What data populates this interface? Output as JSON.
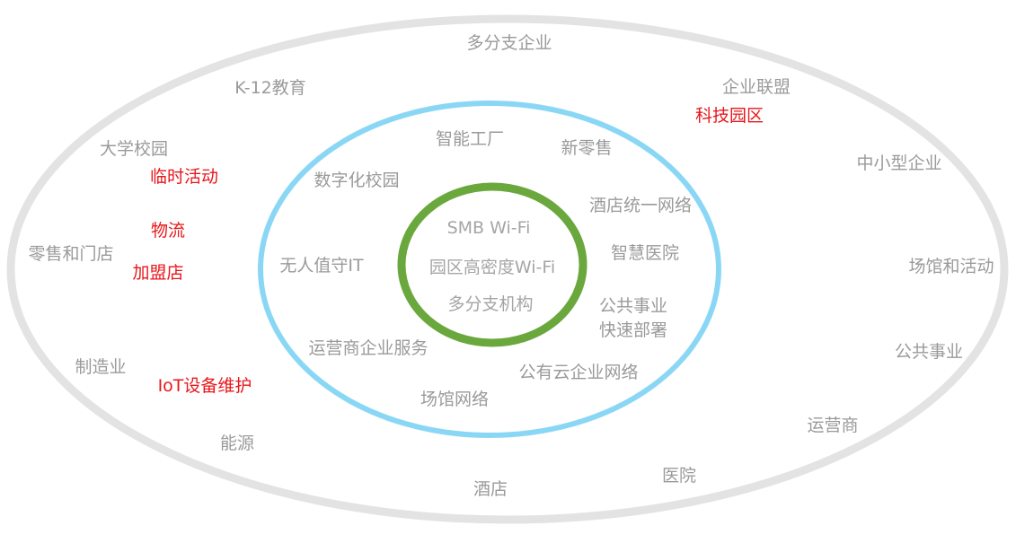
{
  "colors": {
    "outer_ring": "#e3e3e3",
    "middle_ring": "#8ad7f5",
    "inner_ring": "#6aa83d",
    "label_gray": "#9a9a9a",
    "label_red": "#e8161b"
  },
  "inner": {
    "items": [
      "SMB Wi-Fi",
      "园区高密度Wi-Fi",
      "多分支机构"
    ]
  },
  "middle": {
    "items": [
      "智能工厂",
      "新零售",
      "数字化校园",
      "酒店统一网络",
      "无人值守IT",
      "智慧医院",
      "公共事业",
      "快速部署",
      "运营商企业服务",
      "公有云企业网络",
      "场馆网络"
    ]
  },
  "outer": {
    "items": [
      "多分支企业",
      "K-12教育",
      "企业联盟",
      "科技园区",
      "大学校园",
      "临时活动",
      "中小型企业",
      "物流",
      "零售和门店",
      "加盟店",
      "场馆和活动",
      "公共事业",
      "制造业",
      "IoT设备维护",
      "运营商",
      "能源",
      "医院",
      "酒店"
    ]
  }
}
